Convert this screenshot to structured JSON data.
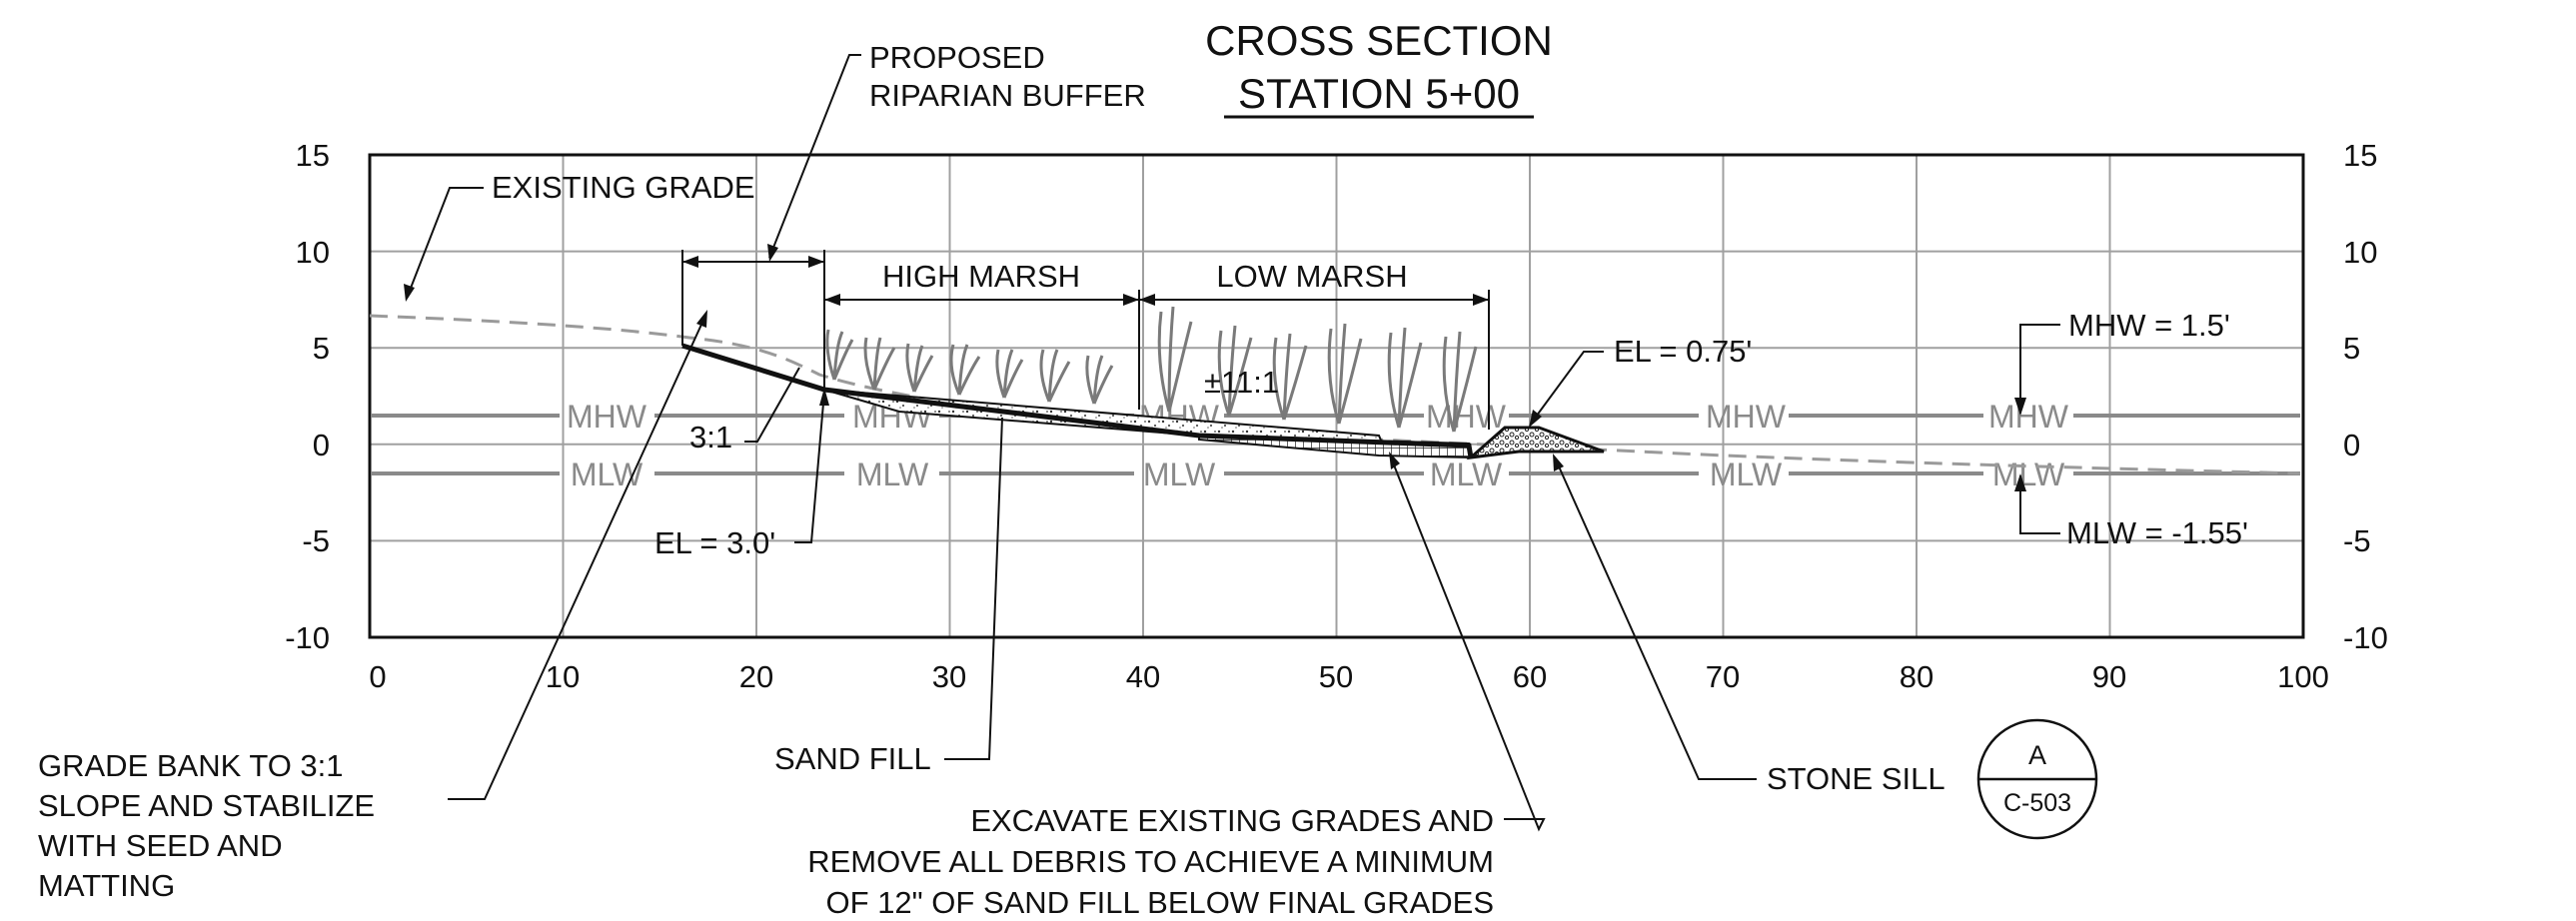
{
  "title": {
    "line1": "CROSS SECTION",
    "line2": "STATION 5+00"
  },
  "axes": {
    "x_ticks": [
      "0",
      "10",
      "20",
      "30",
      "40",
      "50",
      "60",
      "70",
      "80",
      "90",
      "100"
    ],
    "y_ticks_left": [
      "15",
      "10",
      "5",
      "0",
      "-5",
      "-10"
    ],
    "y_ticks_right": [
      "15",
      "10",
      "5",
      "0",
      "-5",
      "-10"
    ],
    "x_range": [
      0,
      100
    ],
    "y_range": [
      -10,
      15
    ],
    "grid": true
  },
  "water_levels": {
    "mhw_label": "MHW",
    "mlw_label": "MLW",
    "mhw_elevation": 1.5,
    "mlw_elevation": -1.55
  },
  "zones": {
    "high_marsh": "HIGH MARSH",
    "low_marsh": "LOW MARSH"
  },
  "annotations": {
    "proposed_buffer_line1": "PROPOSED",
    "proposed_buffer_line2": "RIPARIAN BUFFER",
    "existing_grade": "EXISTING GRADE",
    "slope_ratio": "3:1",
    "el_top": "EL = 3.0'",
    "marsh_slope": "±11:1",
    "el_sill": "EL = 0.75'",
    "mhw_value": "MHW = 1.5'",
    "mlw_value": "MLW = -1.55'",
    "grade_bank_line1": "GRADE BANK TO 3:1",
    "grade_bank_line2": "SLOPE AND STABILIZE",
    "grade_bank_line3": "WITH SEED AND",
    "grade_bank_line4": "MATTING",
    "sand_fill": "SAND FILL",
    "excavate_line1": "EXCAVATE EXISTING GRADES AND",
    "excavate_line2": "REMOVE ALL DEBRIS TO ACHIEVE A MINIMUM",
    "excavate_line3": "OF 12\" OF SAND FILL BELOW FINAL GRADES",
    "stone_sill": "STONE SILL"
  },
  "detail_callout": {
    "letter": "A",
    "sheet": "C-503"
  }
}
